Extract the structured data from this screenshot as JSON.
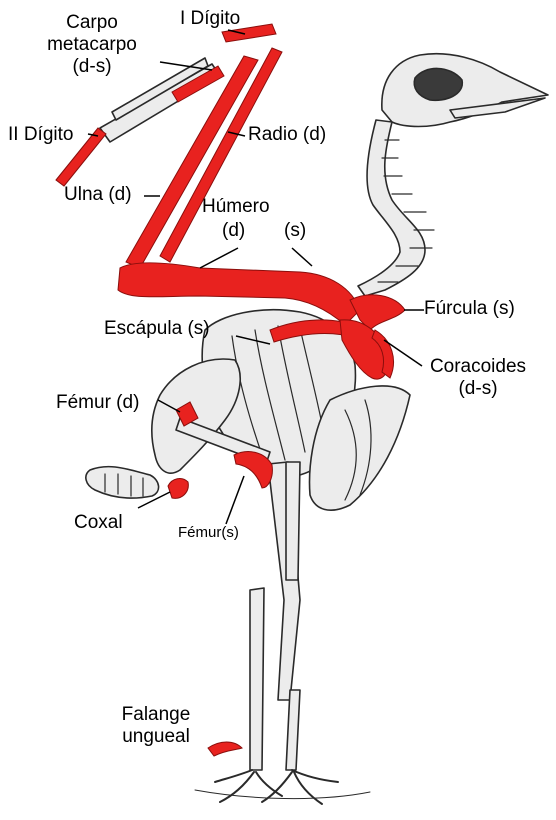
{
  "colors": {
    "highlight": "#e8221f",
    "bone_fill": "#ececec",
    "bone_line": "#2a2a2a",
    "label": "#000000",
    "background": "#ffffff"
  },
  "labels": {
    "carpo_l1": "Carpo",
    "carpo_l2": "metacarpo",
    "carpo_l3": "(d-s)",
    "digito_1": "I Dígito",
    "digito_2": "II Dígito",
    "radio": "Radio (d)",
    "ulna": "Ulna (d)",
    "humero": "Húmero",
    "humero_d": "(d)",
    "humero_s": "(s)",
    "furcula": "Fúrcula (s)",
    "escapula": "Escápula (s)",
    "coracoides_l1": "Coracoides",
    "coracoides_l2": "(d-s)",
    "femur_d": "Fémur (d)",
    "coxal": "Coxal",
    "femur_s": "Fémur(s)",
    "falange_l1": "Falange",
    "falange_l2": "ungueal"
  }
}
